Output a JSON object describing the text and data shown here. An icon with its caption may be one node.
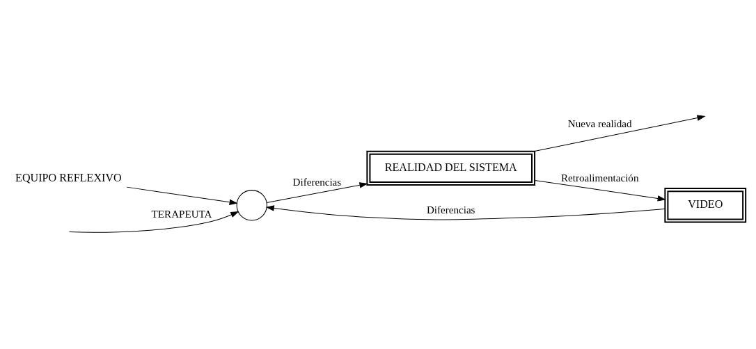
{
  "diagram": {
    "nodes": [
      {
        "text": [],
        "shape": "circle"
      },
      {
        "text": [
          "REALIDAD DEL SISTEMA"
        ]
      },
      {
        "text": [
          "VIDEO"
        ]
      },
      {
        "text": [
          "EQUIPO REFLEXIVO"
        ]
      }
    ],
    "edges": [
      {
        "from": null,
        "to": 0,
        "arrow": "to",
        "label": "TERAPEUTA"
      },
      {
        "from": 3,
        "to": 0,
        "arrow": "to"
      },
      {
        "from": 0,
        "to": 1,
        "arrow": "to",
        "label": "Diferencias"
      },
      {
        "from": 1,
        "to": null,
        "arrow": "to",
        "label": "Nueva realidad"
      },
      {
        "from": 1,
        "to": 2,
        "arrow": "to",
        "label": "Retroalimentación"
      },
      {
        "from": 2,
        "to": 0,
        "arrow": "to",
        "label": "Diferencias"
      }
    ]
  }
}
